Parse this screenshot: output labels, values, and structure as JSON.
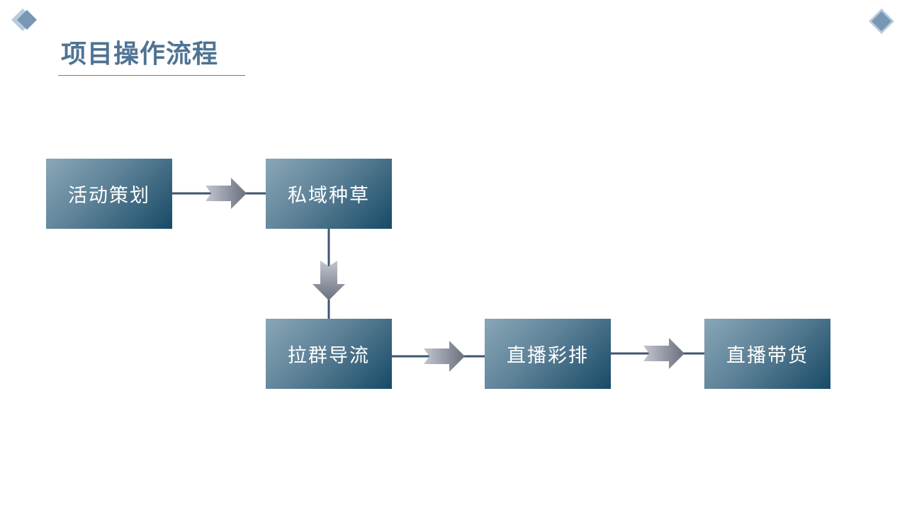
{
  "title": "项目操作流程",
  "steps": {
    "step_1": "活动策划",
    "step_2": "私域种草",
    "step_3": "拉群导流",
    "step_4": "直播彩排",
    "step_5": "直播带货"
  },
  "colors": {
    "title": "#4f7393",
    "box_light": "#89a7b7",
    "box_dark": "#174a66",
    "connector": "#3d5670",
    "arrow_light": "#c3c6cf",
    "arrow_dark": "#6a6f7e"
  }
}
